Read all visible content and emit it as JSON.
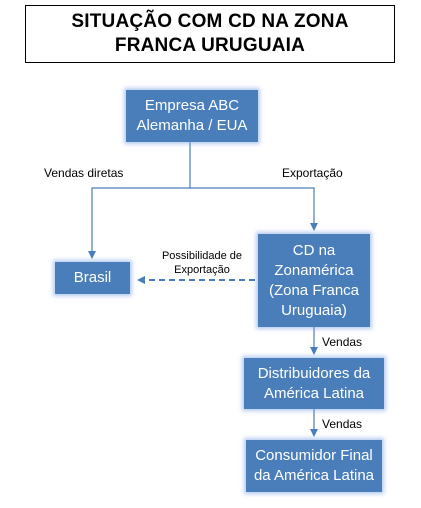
{
  "title": {
    "line1": "SITUAÇÃO COM CD NA ZONA",
    "line2": "FRANCA URUGUAIA"
  },
  "nodes": {
    "empresa": {
      "line1": "Empresa ABC",
      "line2": "Alemanha / EUA"
    },
    "brasil": {
      "line1": "Brasil"
    },
    "cd": {
      "line1": "CD na",
      "line2": "Zonamérica",
      "line3": "(Zona Franca",
      "line4": "Uruguaia)"
    },
    "distribuidores": {
      "line1": "Distribuidores da",
      "line2": "América Latina"
    },
    "consumidor": {
      "line1": "Consumidor Final",
      "line2": "da América Latina"
    }
  },
  "edges": {
    "vendas_diretas": "Vendas diretas",
    "exportacao": "Exportação",
    "possibilidade_line1": "Possibilidade de",
    "possibilidade_line2": "Exportação",
    "vendas_1": "Vendas",
    "vendas_2": "Vendas"
  },
  "colors": {
    "node_fill": "#4a7ebb",
    "node_text": "#ffffff",
    "arrow": "#4a7ebb"
  }
}
